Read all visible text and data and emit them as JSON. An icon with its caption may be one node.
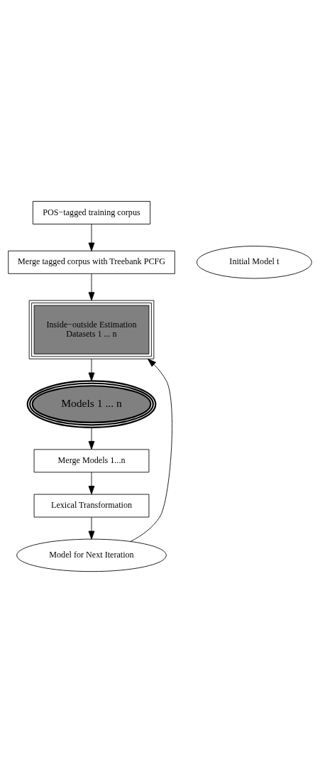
{
  "diagram": {
    "nodes": [
      {
        "text": [
          "POS−tagged training corpus"
        ]
      },
      {
        "text": [
          "Merge tagged corpus with Treebank PCFG"
        ]
      },
      {
        "text": [
          "Initial Model t"
        ]
      },
      {
        "text": [
          "Inside−outside Estimation",
          "Datasets 1 ... n"
        ]
      },
      {
        "text": [
          "Models 1 ... n"
        ]
      },
      {
        "text": [
          "Merge Models 1...n"
        ]
      },
      {
        "text": [
          "Lexical Transformation"
        ]
      },
      {
        "text": [
          "Model for Next Iteration"
        ]
      }
    ],
    "edges": [
      {
        "from": 0,
        "to": 1,
        "arrow": "to"
      },
      {
        "from": 1,
        "to": 3,
        "arrow": "to"
      },
      {
        "from": 7,
        "to": 3,
        "arrow": "to"
      },
      {
        "from": 3,
        "to": 4,
        "arrow": "to"
      },
      {
        "from": 4,
        "to": 5,
        "arrow": "to"
      },
      {
        "from": 5,
        "to": 6,
        "arrow": "to"
      },
      {
        "from": 6,
        "to": 7,
        "arrow": "to"
      }
    ]
  }
}
